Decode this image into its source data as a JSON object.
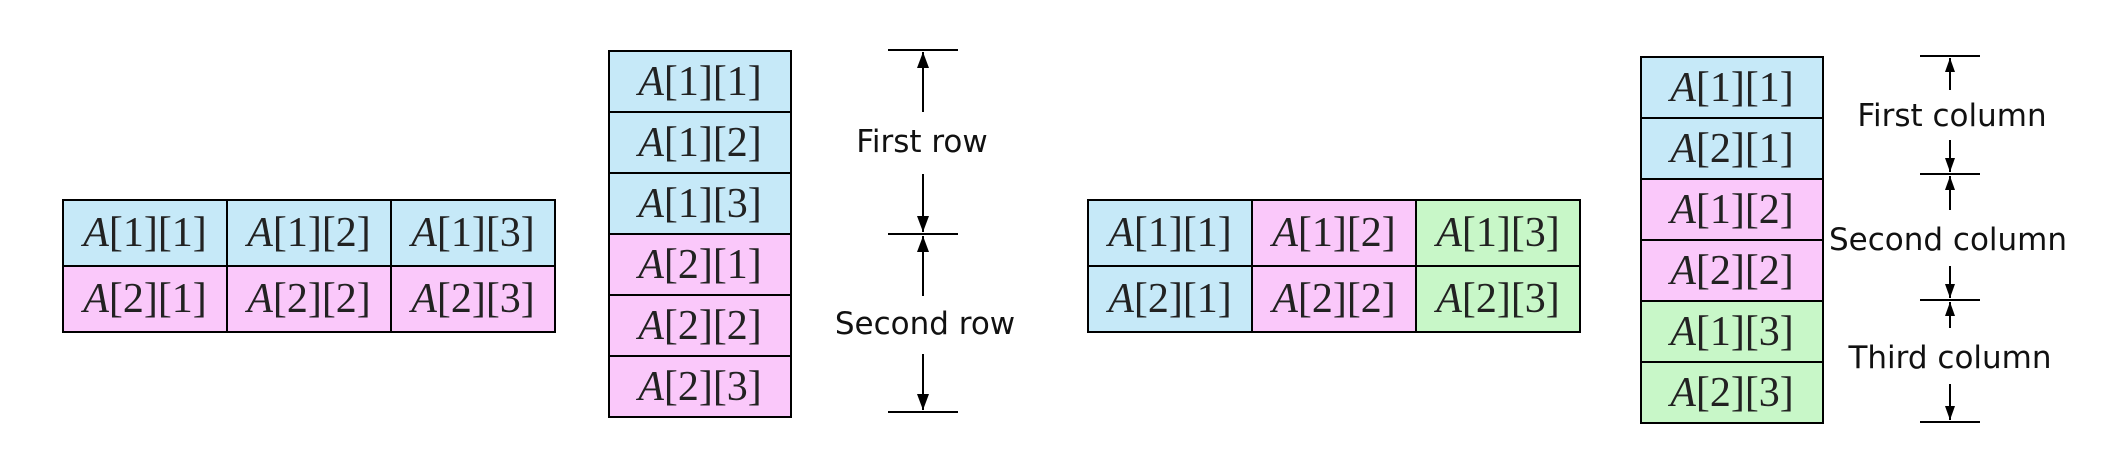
{
  "colors": {
    "row1": "#c6e9f8",
    "row2": "#fac8fa",
    "col1": "#c6e9f8",
    "col2": "#fac8fa",
    "col3": "#c8f7c8"
  },
  "matrix_var": "A",
  "matrix": [
    [
      "[1][1]",
      "[1][2]",
      "[1][3]"
    ],
    [
      "[2][1]",
      "[2][2]",
      "[2][3]"
    ]
  ],
  "row_major_order": [
    "[1][1]",
    "[1][2]",
    "[1][3]",
    "[2][1]",
    "[2][2]",
    "[2][3]"
  ],
  "column_major_order": [
    "[1][1]",
    "[2][1]",
    "[1][2]",
    "[2][2]",
    "[1][3]",
    "[2][3]"
  ],
  "labels": {
    "first_row": "First row",
    "second_row": "Second row",
    "first_column": "First column",
    "second_column": "Second column",
    "third_column": "Third column"
  }
}
